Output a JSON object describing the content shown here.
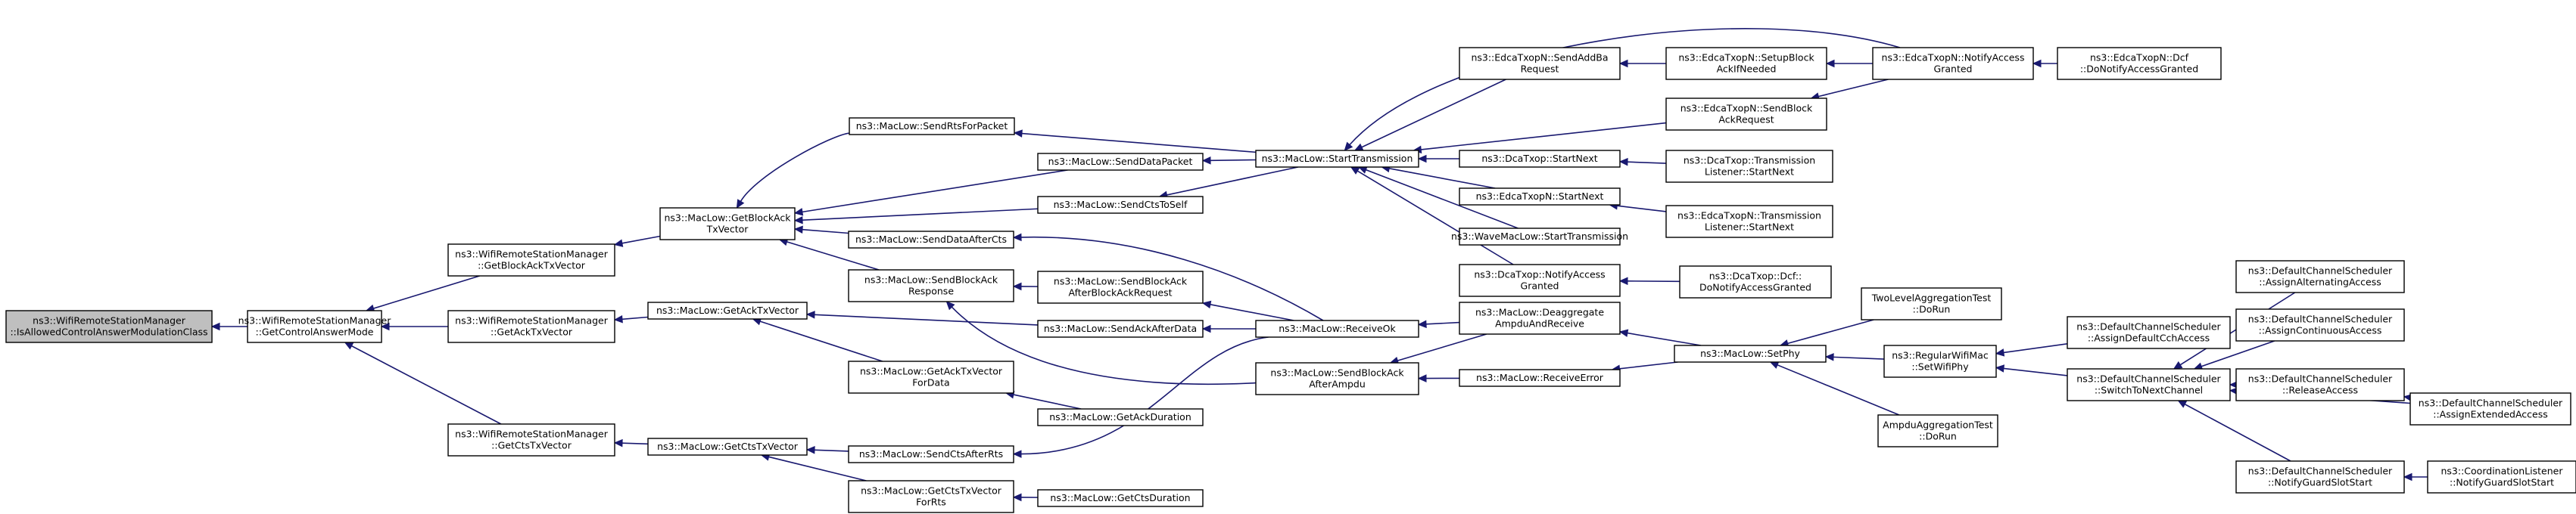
{
  "graph": {
    "nodes": {
      "root": [
        "ns3::WifiRemoteStationManager",
        "::IsAllowedControlAnswerModulationClass"
      ],
      "getControlAnswerMode": [
        "ns3::WifiRemoteStationManager",
        "::GetControlAnswerMode"
      ],
      "wrsmGetBlockAckTxVector": [
        "ns3::WifiRemoteStationManager",
        "::GetBlockAckTxVector"
      ],
      "wrsmGetAckTxVector": [
        "ns3::WifiRemoteStationManager",
        "::GetAckTxVector"
      ],
      "wrsmGetCtsTxVector": [
        "ns3::WifiRemoteStationManager",
        "::GetCtsTxVector"
      ],
      "macGetBlockAckTxVector": [
        "ns3::MacLow::GetBlockAck",
        "TxVector"
      ],
      "macGetAckTxVector": [
        "ns3::MacLow::GetAckTxVector"
      ],
      "macGetCtsTxVector": [
        "ns3::MacLow::GetCtsTxVector"
      ],
      "sendRtsForPacket": [
        "ns3::MacLow::SendRtsForPacket"
      ],
      "sendDataPacket": [
        "ns3::MacLow::SendDataPacket"
      ],
      "sendCtsToSelf": [
        "ns3::MacLow::SendCtsToSelf"
      ],
      "sendDataAfterCts": [
        "ns3::MacLow::SendDataAfterCts"
      ],
      "sendBlockAckResponse": [
        "ns3::MacLow::SendBlockAck",
        "Response"
      ],
      "sendBlockAckAfterBlockAckRequest": [
        "ns3::MacLow::SendBlockAck",
        "AfterBlockAckRequest"
      ],
      "sendAckAfterData": [
        "ns3::MacLow::SendAckAfterData"
      ],
      "getAckTxVectorForData": [
        "ns3::MacLow::GetAckTxVector",
        "ForData"
      ],
      "getAckDuration": [
        "ns3::MacLow::GetAckDuration"
      ],
      "sendCtsAfterRts": [
        "ns3::MacLow::SendCtsAfterRts"
      ],
      "getCtsTxVectorForRts": [
        "ns3::MacLow::GetCtsTxVector",
        "ForRts"
      ],
      "getCtsDuration": [
        "ns3::MacLow::GetCtsDuration"
      ],
      "startTransmission": [
        "ns3::MacLow::StartTransmission"
      ],
      "receiveOk": [
        "ns3::MacLow::ReceiveOk"
      ],
      "sendBlockAckAfterAmpdu": [
        "ns3::MacLow::SendBlockAck",
        "AfterAmpdu"
      ],
      "deaggregate": [
        "ns3::MacLow::Deaggregate",
        "AmpduAndReceive"
      ],
      "receiveError": [
        "ns3::MacLow::ReceiveError"
      ],
      "setPhy": [
        "ns3::MacLow::SetPhy"
      ],
      "edcaSendAddBaRequest": [
        "ns3::EdcaTxopN::SendAddBa",
        "Request"
      ],
      "edcaSetupBlockAckIfNeeded": [
        "ns3::EdcaTxopN::SetupBlock",
        "AckIfNeeded"
      ],
      "edcaNotifyAccessGranted": [
        "ns3::EdcaTxopN::NotifyAccess",
        "Granted"
      ],
      "edcaDcfNotifyAccessGranted": [
        "ns3::EdcaTxopN::Dcf",
        "::DoNotifyAccessGranted"
      ],
      "edcaSendBlockAckRequest": [
        "ns3::EdcaTxopN::SendBlock",
        "AckRequest"
      ],
      "dcaStartNext": [
        "ns3::DcaTxop::StartNext"
      ],
      "dcaTransmissionListenerStartNext": [
        "ns3::DcaTxop::Transmission",
        "Listener::StartNext"
      ],
      "edcaStartNext": [
        "ns3::EdcaTxopN::StartNext"
      ],
      "edcaTransmissionListenerStartNext": [
        "ns3::EdcaTxopN::Transmission",
        "Listener::StartNext"
      ],
      "waveStartTransmission": [
        "ns3::WaveMacLow::StartTransmission"
      ],
      "dcaNotifyAccessGranted": [
        "ns3::DcaTxop::NotifyAccess",
        "Granted"
      ],
      "dcaDcfNotifyAccessGranted": [
        "ns3::DcaTxop::Dcf::",
        "DoNotifyAccessGranted"
      ],
      "twoLevelAggregationTest": [
        "TwoLevelAggregationTest",
        "::DoRun"
      ],
      "regularWifiMacSetWifiPhy": [
        "ns3::RegularWifiMac",
        "::SetWifiPhy"
      ],
      "ampduAggregationTest": [
        "AmpduAggregationTest",
        "::DoRun"
      ],
      "assignDefaultCchAccess": [
        "ns3::DefaultChannelScheduler",
        "::AssignDefaultCchAccess"
      ],
      "switchToNextChannel": [
        "ns3::DefaultChannelScheduler",
        "::SwitchToNextChannel"
      ],
      "notifyGuardSlotStart": [
        "ns3::DefaultChannelScheduler",
        "::NotifyGuardSlotStart"
      ],
      "assignAlternatingAccess": [
        "ns3::DefaultChannelScheduler",
        "::AssignAlternatingAccess"
      ],
      "assignContinuousAccess": [
        "ns3::DefaultChannelScheduler",
        "::AssignContinuousAccess"
      ],
      "releaseAccess": [
        "ns3::DefaultChannelScheduler",
        "::ReleaseAccess"
      ],
      "assignExtendedAccess": [
        "ns3::DefaultChannelScheduler",
        "::AssignExtendedAccess"
      ],
      "coordinationListenerNotifyGuardSlotStart": [
        "ns3::CoordinationListener",
        "::NotifyGuardSlotStart"
      ]
    }
  }
}
